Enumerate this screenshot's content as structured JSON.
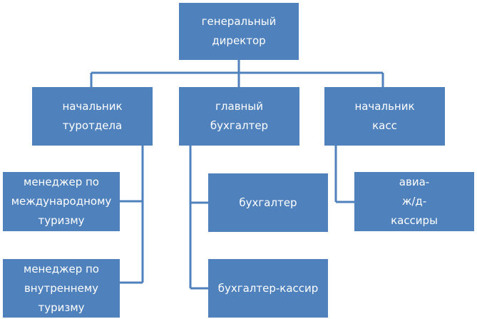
{
  "org_chart": {
    "director": {
      "line1": "генеральный",
      "line2": "директор"
    },
    "head_tourism": {
      "line1": "начальник",
      "line2": "туротдела"
    },
    "chief_accountant": {
      "line1": "главный",
      "line2": "бухгалтер"
    },
    "head_cashdesks": {
      "line1": "начальник",
      "line2": "касс"
    },
    "manager_international": {
      "line1": "менеджер по",
      "line2": "международному",
      "line3": "туризму"
    },
    "manager_domestic": {
      "line1": "менеджер по",
      "line2": "внутреннему",
      "line3": "туризму"
    },
    "accountant": {
      "line1": "бухгалтер"
    },
    "accountant_cashier": {
      "line1": "бухгалтер-кассир"
    },
    "cashiers": {
      "line1": "авиа-",
      "line2": "ж/д-",
      "line3": "кассиры"
    },
    "colors": {
      "box_fill": "#4f81bd",
      "connector": "#4f81bd",
      "text": "#ffffff"
    }
  }
}
